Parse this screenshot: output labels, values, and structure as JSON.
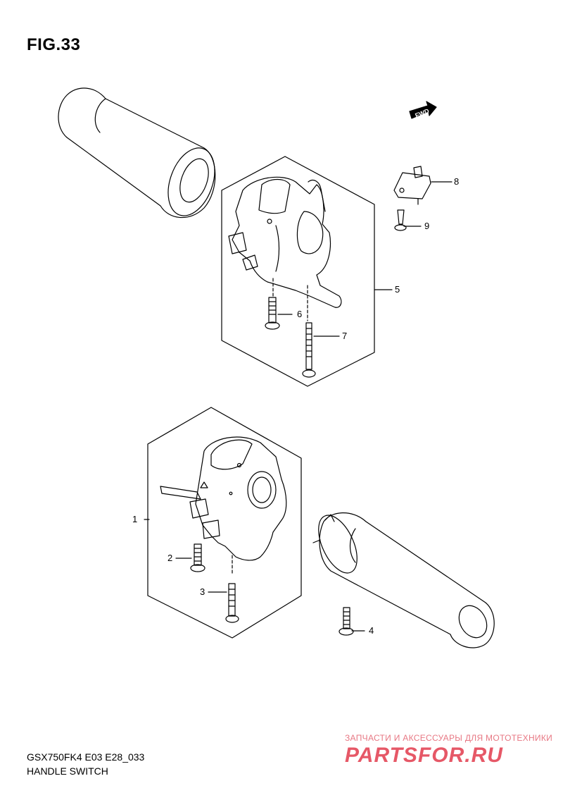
{
  "figure": {
    "title": "FIG.33",
    "code": "GSX750FK4 E03 E28_033",
    "caption": "HANDLE SWITCH"
  },
  "fwd_label": "FWD",
  "callouts": [
    {
      "id": "1",
      "label": "1"
    },
    {
      "id": "2",
      "label": "2"
    },
    {
      "id": "3",
      "label": "3"
    },
    {
      "id": "4",
      "label": "4"
    },
    {
      "id": "5",
      "label": "5"
    },
    {
      "id": "6",
      "label": "6"
    },
    {
      "id": "7",
      "label": "7"
    },
    {
      "id": "8",
      "label": "8"
    },
    {
      "id": "9",
      "label": "9"
    }
  ],
  "watermark": {
    "tagline": "ЗАПЧАСТИ И АКСЕССУАРЫ ДЛЯ МОТОТЕХНИКИ",
    "logo": "PARTSFOR.RU"
  },
  "colors": {
    "line": "#000000",
    "watermark": "#e23b4d"
  }
}
